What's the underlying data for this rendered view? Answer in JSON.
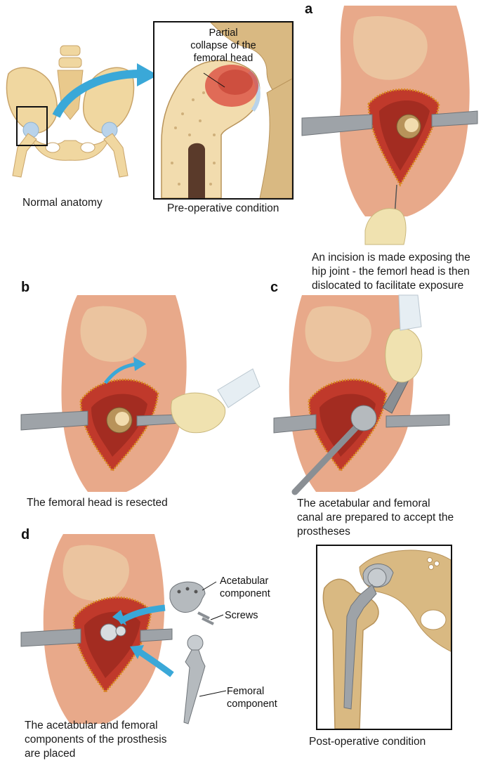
{
  "top": {
    "normal_anatomy_caption": "Normal anatomy",
    "preop_caption": "Pre-operative condition",
    "preop_callout": [
      "Partial",
      "collapse of the",
      "femoral head"
    ]
  },
  "panel_a": {
    "label": "a",
    "caption": [
      "An incision is made exposing the",
      "hip joint - the femorl head is then",
      "dislocated to facilitate exposure"
    ]
  },
  "panel_b": {
    "label": "b",
    "caption": "The femoral head is resected"
  },
  "panel_c": {
    "label": "c",
    "caption": [
      "The acetabular and femoral",
      "canal are prepared to accept the",
      "prostheses"
    ]
  },
  "panel_d": {
    "label": "d",
    "caption": [
      "The acetabular and femoral",
      "components of the prosthesis",
      "are placed"
    ],
    "callouts": {
      "acetabular": [
        "Acetabular",
        "component"
      ],
      "screws": "Screws",
      "femoral": [
        "Femoral",
        "component"
      ]
    }
  },
  "postop": {
    "caption": "Post-operative condition"
  },
  "colors": {
    "skin": "#e8a98a",
    "skin_dark": "#d98a6a",
    "muscle": "#c0392b",
    "bone": "#f0d7a0",
    "bone_dark": "#c9a46a",
    "cartilage": "#b9d3ea",
    "arrow_blue": "#3aa8d8",
    "metal": "#9ea3a8",
    "glove": "#f0e2b0",
    "lesion": "#d9453a"
  }
}
